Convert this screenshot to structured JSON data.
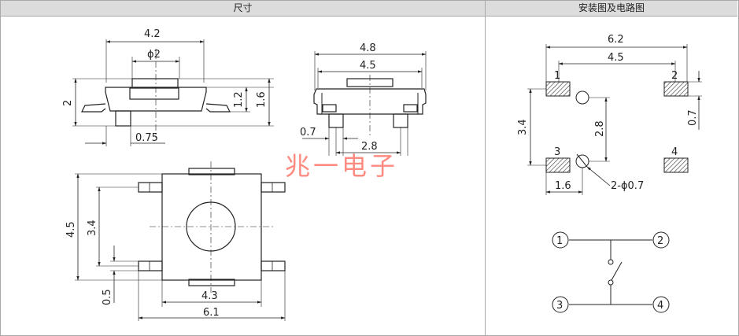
{
  "headers": {
    "left": "尺寸",
    "right": "安装图及电路图"
  },
  "side_view": {
    "width": "4.2",
    "button_dia": "ϕ2",
    "height": "2",
    "body_h": "1.2",
    "pin_h": "1.6",
    "pin_off": "0.75"
  },
  "front_view": {
    "overall": "4.8",
    "body": "4.5",
    "pin_w": "0.7",
    "pitch": "2.8"
  },
  "top_view": {
    "height": "4.5",
    "pitch_v": "3.4",
    "pin_w": "0.5",
    "body_w": "4.3",
    "overall": "6.1"
  },
  "footprint": {
    "overall": "6.2",
    "pitch_h": "4.5",
    "pad_h": "0.7",
    "pitch_v": "3.4",
    "hole_off": "2.8",
    "pad_w": "1.6",
    "hole": "2-ϕ0.7",
    "pads": [
      "1",
      "2",
      "3",
      "4"
    ]
  },
  "circuit": {
    "nodes": [
      "1",
      "2",
      "3",
      "4"
    ]
  },
  "watermark": "兆一电子"
}
